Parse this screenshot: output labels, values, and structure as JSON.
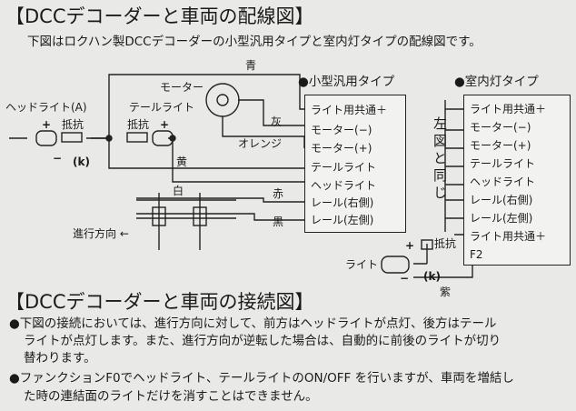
{
  "wiring": {
    "title": "【DCCデコーダーと車両の配線図】",
    "intro": "下図はロクハン製DCCデコーダーの小型汎用タイプと室内灯タイプの配線図です。",
    "wire_colors": {
      "blue": "青",
      "gray": "灰",
      "orange": "オレンジ",
      "yellow": "黄",
      "white": "白",
      "red": "赤",
      "black": "黒",
      "purple": "紫"
    },
    "motor": "モーター",
    "headlight": "ヘッドライト(A)",
    "taillight": "テールライト",
    "resistor": "抵抗",
    "plus": "+",
    "minus": "−",
    "cathode": "(k)",
    "direction": "進行方向 ←",
    "small_type": {
      "title": "●小型汎用タイプ",
      "pins": [
        "ライト用共通＋",
        "モーター(−)",
        "モーター(+)",
        "テールライト",
        "ヘッドライト",
        "レール(右側)",
        "レール(左側)"
      ]
    },
    "room_type": {
      "title": "●室内灯タイプ",
      "same_note": "左図と同じ",
      "pins": [
        "ライト用共通＋",
        "モーター(−)",
        "モーター(+)",
        "テールライト",
        "ヘッドライト",
        "レール(右側)",
        "レール(左側)",
        "ライト用共通＋",
        "F2"
      ],
      "light": "ライト"
    }
  },
  "connection": {
    "title": "【DCCデコーダーと車両の接続図】",
    "bullets": [
      [
        "●下図の接続においては、進行方向に対して、前方はヘッドライトが点灯、後方はテール",
        "ライトが点灯します。また、進行方向が逆転した場合は、自動的に前後のライトが切り",
        "替わります。"
      ],
      [
        "●ファンクションF0でヘッドライト、テールライトのON/OFF を行いますが、車両を増結し",
        "た時の連結面のライトだけを消すことはできません。"
      ]
    ]
  }
}
